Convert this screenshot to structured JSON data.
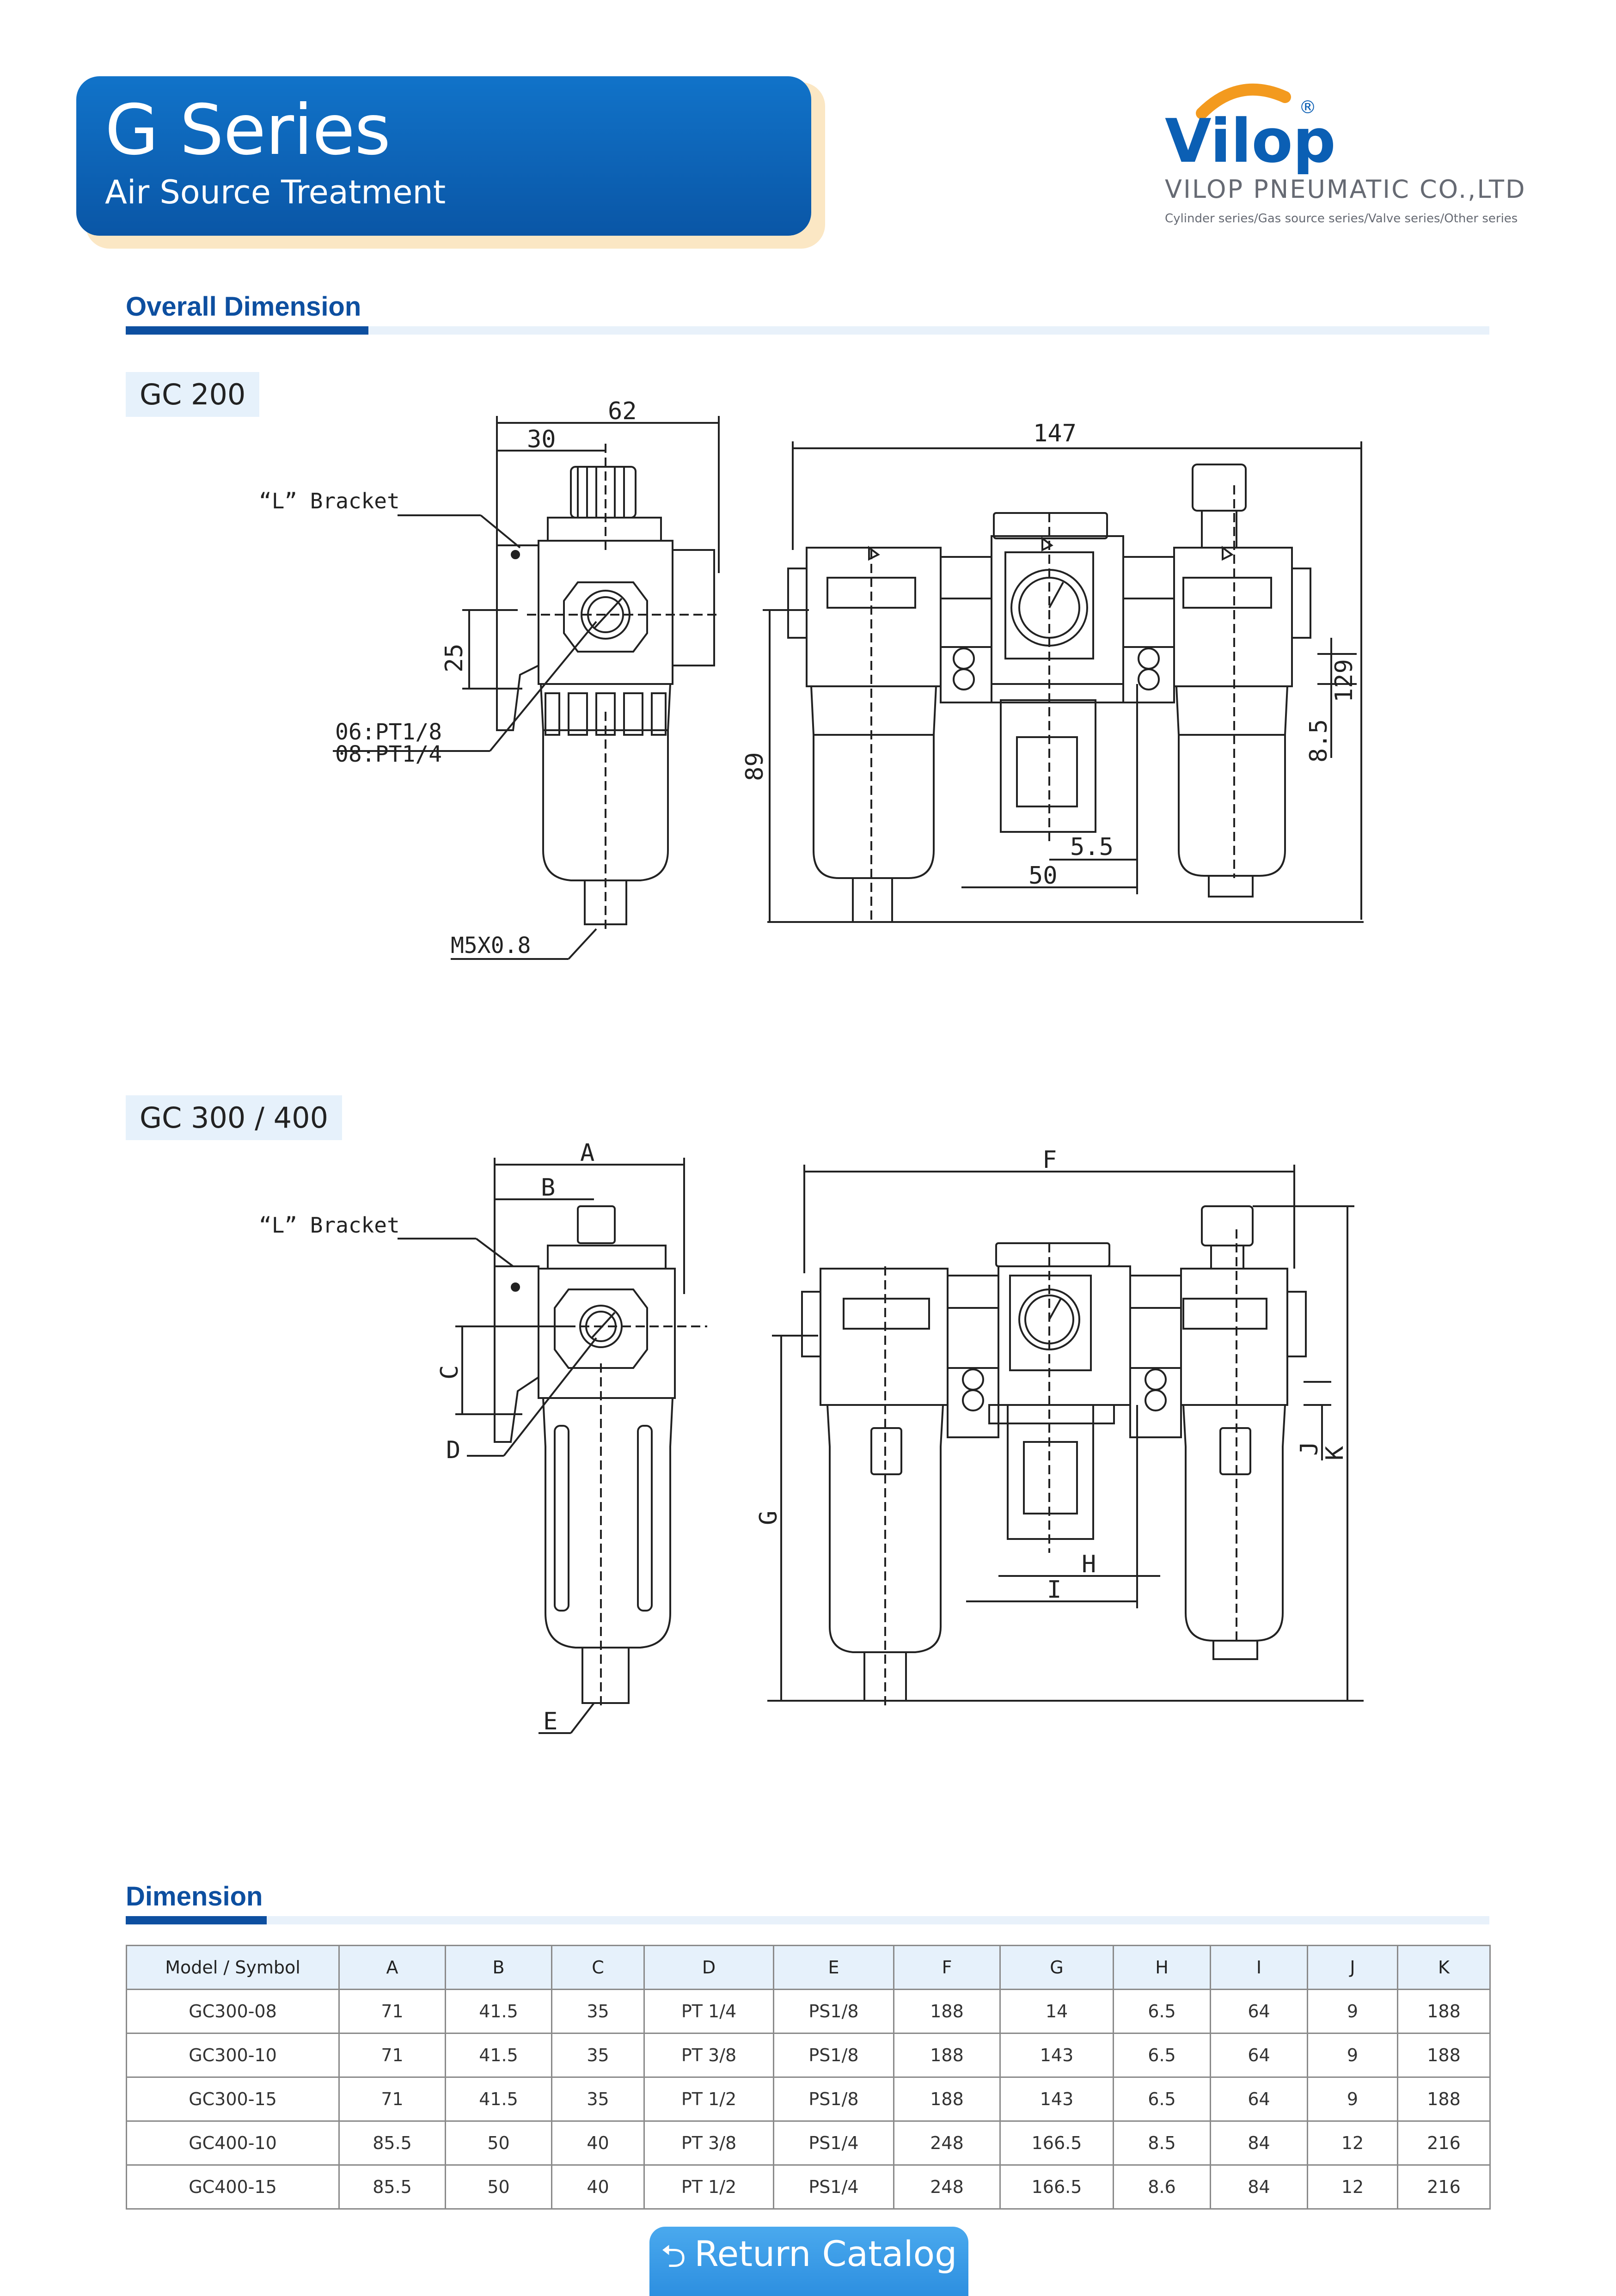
{
  "header": {
    "title": "G Series",
    "subtitle": "Air Source Treatment"
  },
  "brand": {
    "logo_text": "Vilop",
    "registered_mark": "®",
    "company": "VILOP PNEUMATIC CO.,LTD",
    "tagline": "Cylinder series/Gas source series/Valve series/Other series"
  },
  "section_overall": {
    "title": "Overall Dimension"
  },
  "gc200": {
    "label": "GC 200",
    "bracket_label": "“L” Bracket",
    "dim_62": "62",
    "dim_30": "30",
    "dim_25": "25",
    "port_1": "06:PT1/8",
    "port_2": "08:PT1/4",
    "drain": "M5X0.8",
    "dim_147": "147",
    "dim_129": "129",
    "dim_8_5": "8.5",
    "dim_89": "89",
    "dim_5_5": "5.5",
    "dim_50": "50"
  },
  "gc300": {
    "label": "GC 300 / 400",
    "bracket_label": "“L” Bracket",
    "dim_A": "A",
    "dim_B": "B",
    "dim_C": "C",
    "dim_D": "D",
    "dim_E": "E",
    "dim_F": "F",
    "dim_G": "G",
    "dim_H": "H",
    "dim_I": "I",
    "dim_J": "J",
    "dim_K": "K"
  },
  "section_dimension": {
    "title": "Dimension"
  },
  "table": {
    "headers": [
      "Model / Symbol",
      "A",
      "B",
      "C",
      "D",
      "E",
      "F",
      "G",
      "H",
      "I",
      "J",
      "K"
    ],
    "rows": [
      [
        "GC300-08",
        "71",
        "41.5",
        "35",
        "PT 1/4",
        "PS1/8",
        "188",
        "14",
        "6.5",
        "64",
        "9",
        "188"
      ],
      [
        "GC300-10",
        "71",
        "41.5",
        "35",
        "PT 3/8",
        "PS1/8",
        "188",
        "143",
        "6.5",
        "64",
        "9",
        "188"
      ],
      [
        "GC300-15",
        "71",
        "41.5",
        "35",
        "PT 1/2",
        "PS1/8",
        "188",
        "143",
        "6.5",
        "64",
        "9",
        "188"
      ],
      [
        "GC400-10",
        "85.5",
        "50",
        "40",
        "PT 3/8",
        "PS1/4",
        "248",
        "166.5",
        "8.5",
        "84",
        "12",
        "216"
      ],
      [
        "GC400-15",
        "85.5",
        "50",
        "40",
        "PT 1/2",
        "PS1/4",
        "248",
        "166.5",
        "8.6",
        "84",
        "12",
        "216"
      ]
    ]
  },
  "footer": {
    "return_label": "Return Catalog",
    "return_icon": "return-arrow-icon"
  },
  "colors": {
    "header_blue": "#0a5fb4",
    "section_blue": "#0d4fa0",
    "logo_orange": "#f39a1e",
    "button_blue": "#3b9ae8"
  }
}
